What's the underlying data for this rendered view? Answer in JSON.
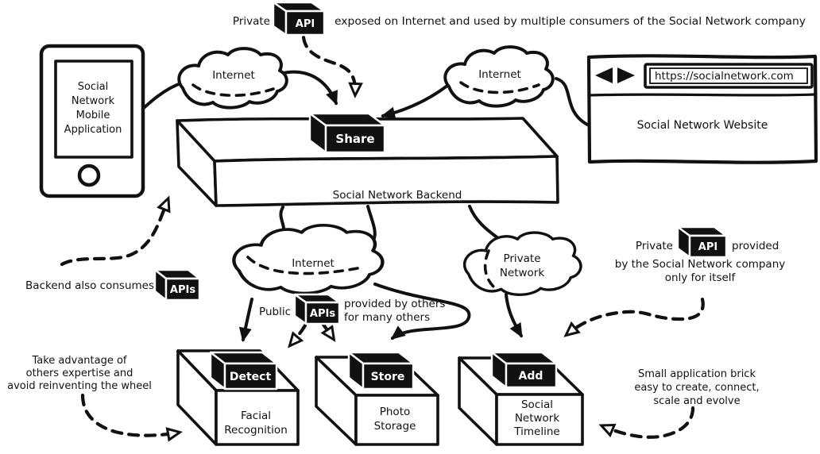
{
  "colors": {
    "ink": "#111111",
    "paper": "#ffffff"
  },
  "top_note": {
    "prefix": "Private",
    "cube": "API",
    "suffix": "exposed on Internet and used by multiple consumers of the Social Network company"
  },
  "mobile_app": {
    "lines": [
      "Social",
      "Network",
      "Mobile",
      "Application"
    ]
  },
  "clouds": {
    "top_left": "Internet",
    "top_right": "Internet",
    "middle": "Internet",
    "private": {
      "lines": [
        "Private",
        "Network"
      ]
    }
  },
  "browser": {
    "url": "https://socialnetwork.com",
    "title": "Social Network Website"
  },
  "backend": {
    "label": "Social Network Backend",
    "cube": "Share"
  },
  "consumes_note": {
    "text": "Backend also consumes",
    "cube": "APIs"
  },
  "public_note": {
    "prefix": "Public",
    "cube": "APIs",
    "lines": [
      "provided by others",
      "for many others"
    ]
  },
  "private_note": {
    "prefix": "Private",
    "cube": "API",
    "suffix": "provided",
    "lines": [
      "by the Social Network company",
      "only for itself"
    ]
  },
  "services": {
    "facial": {
      "cube": "Detect",
      "lines": [
        "Facial",
        "Recognition"
      ]
    },
    "photo": {
      "cube": "Store",
      "lines": [
        "Photo",
        "Storage"
      ]
    },
    "timeline": {
      "cube": "Add",
      "lines": [
        "Social",
        "Network",
        "Timeline"
      ]
    }
  },
  "take_note": {
    "lines": [
      "Take advantage of",
      "others expertise and",
      "avoid reinventing the wheel"
    ]
  },
  "brick_note": {
    "lines": [
      "Small application brick",
      "easy to create, connect,",
      "scale and evolve"
    ]
  }
}
